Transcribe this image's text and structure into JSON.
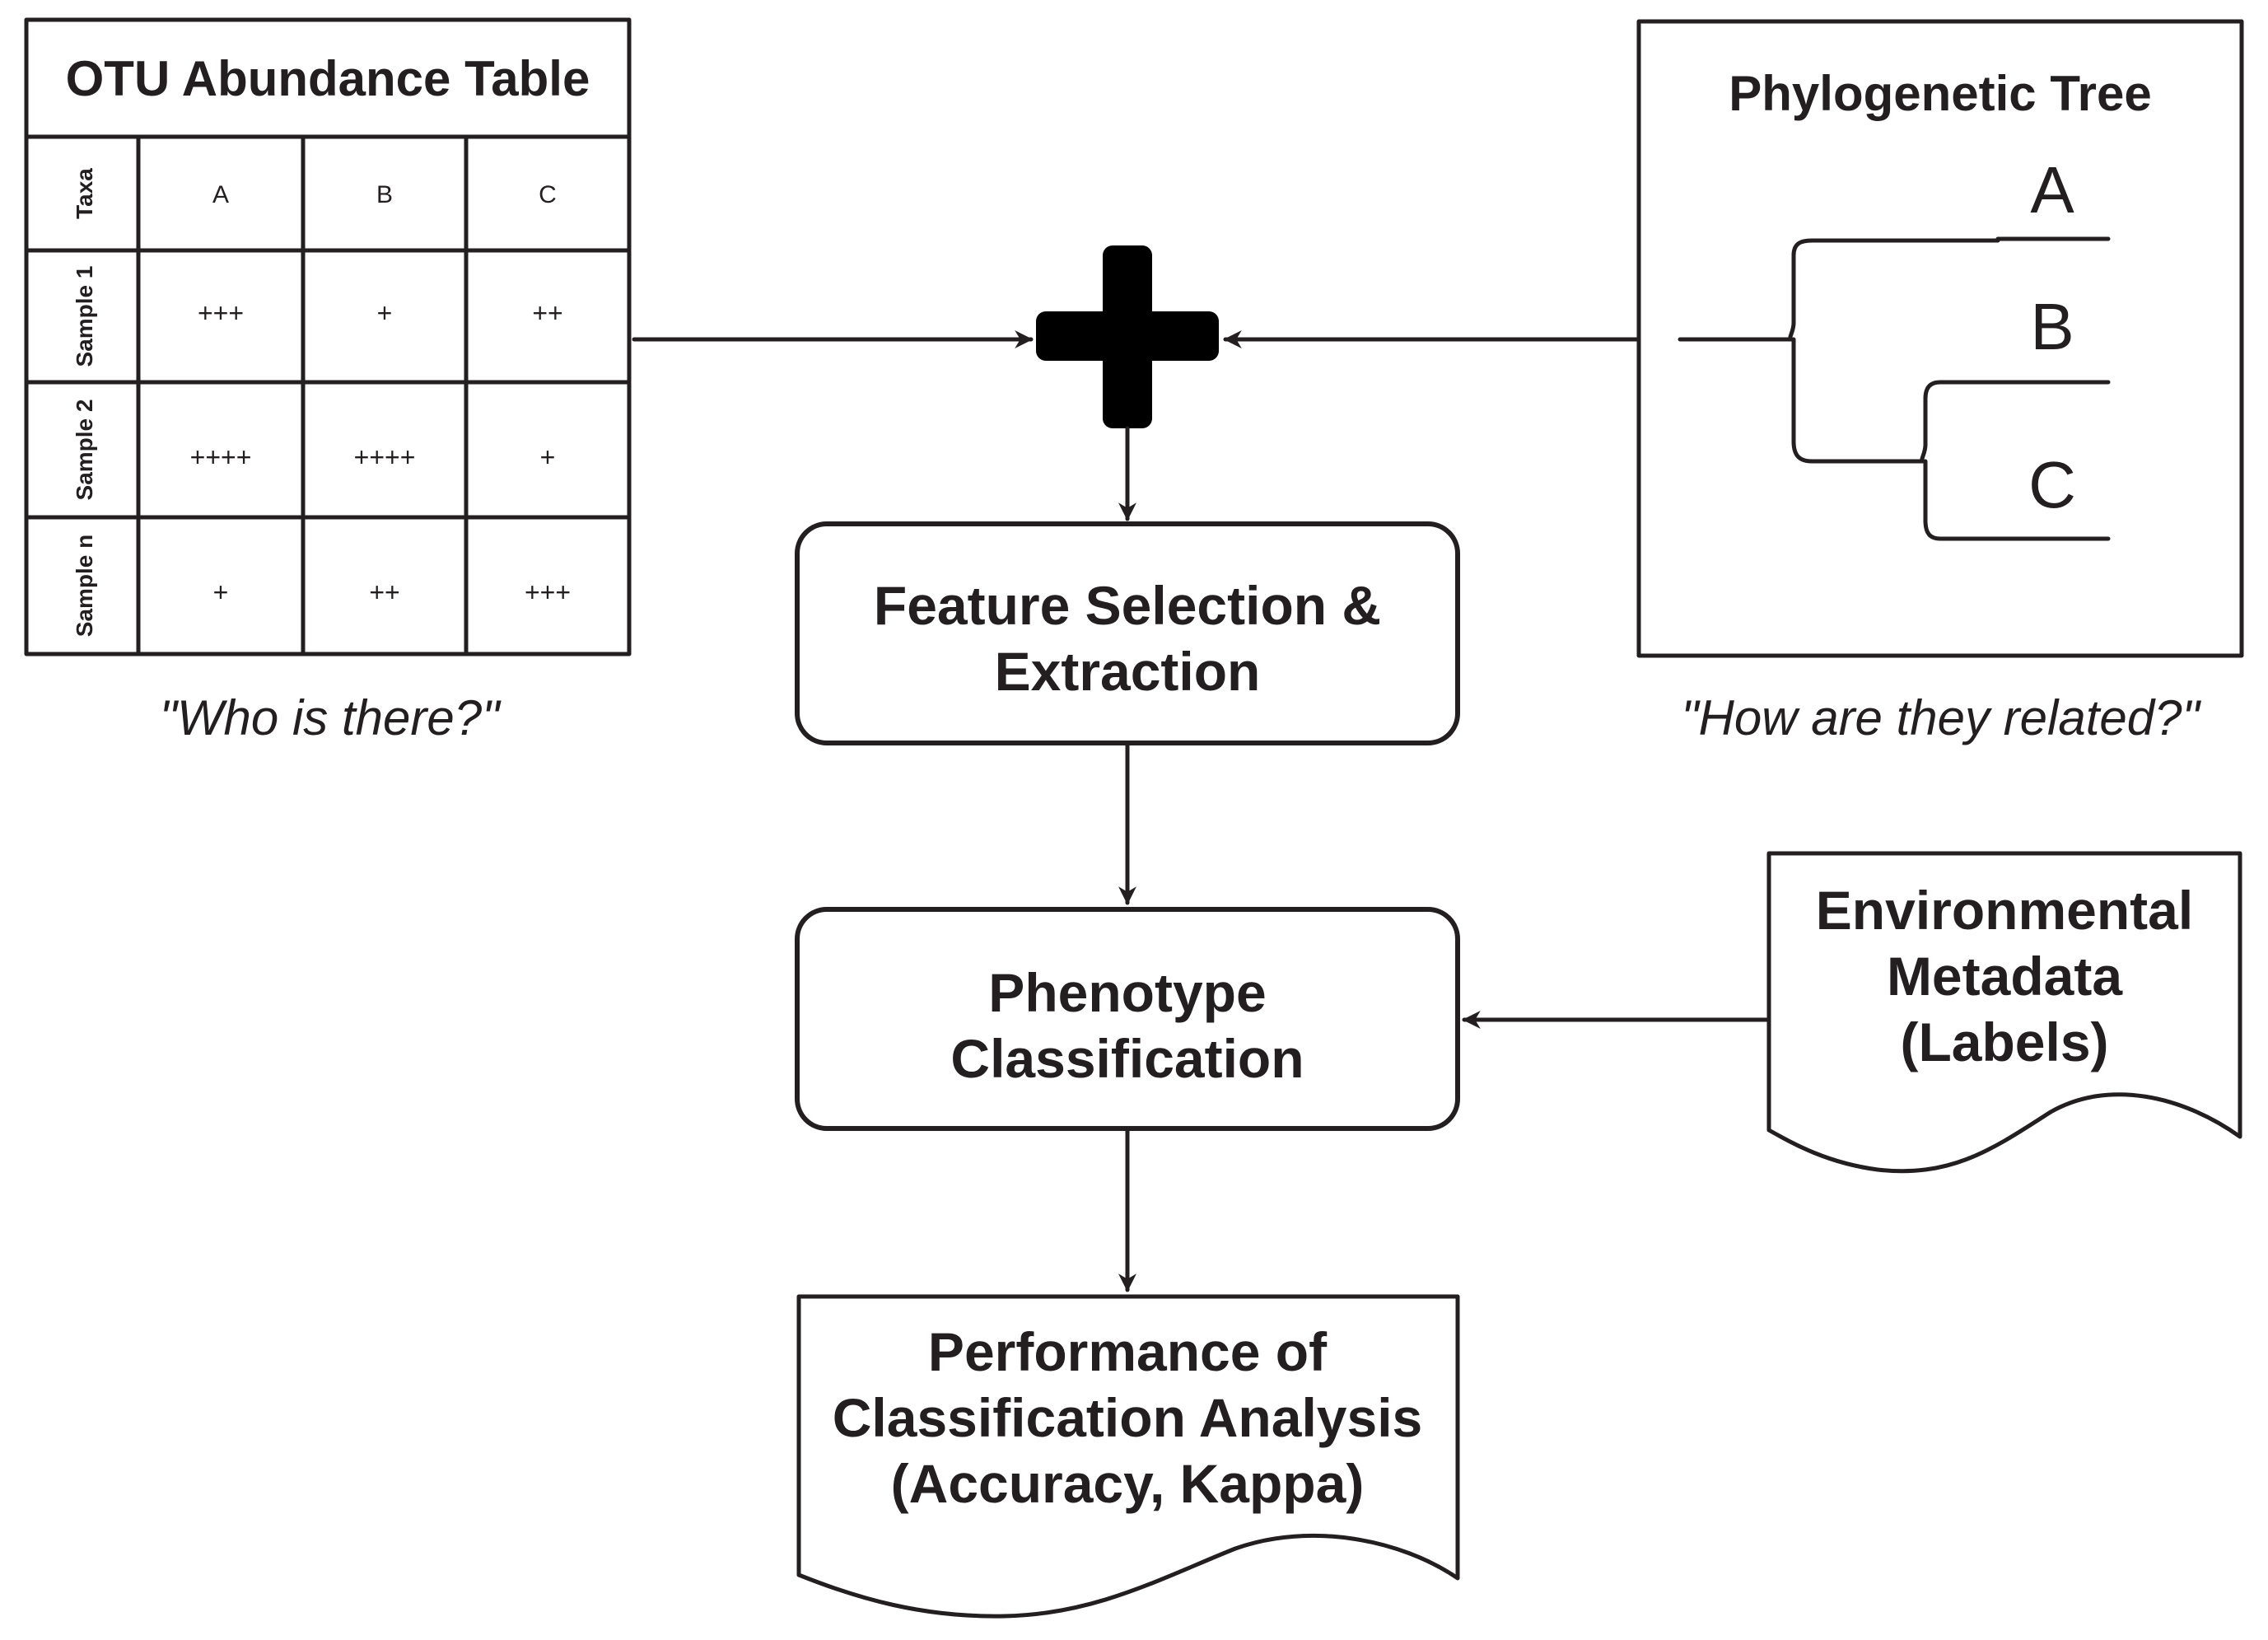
{
  "otu_table": {
    "title": "OTU Abundance Table",
    "header_label": "Taxa",
    "columns": [
      "A",
      "B",
      "C"
    ],
    "rows": [
      {
        "label": "Sample 1",
        "cells": [
          "+++",
          "+",
          "++"
        ]
      },
      {
        "label": "Sample 2",
        "cells": [
          "++++",
          "++++",
          "+"
        ]
      },
      {
        "label": "Sample n",
        "cells": [
          "+",
          "++",
          "+++"
        ]
      }
    ],
    "caption": "\"Who is there?\""
  },
  "phylo_tree": {
    "title": "Phylogenetic Tree",
    "leaves": [
      "A",
      "B",
      "C"
    ],
    "caption": "\"How are they related?\""
  },
  "feature_box": {
    "line1": "Feature Selection &",
    "line2": "Extraction"
  },
  "classification_box": {
    "line1": "Phenotype",
    "line2": "Classification"
  },
  "metadata_doc": {
    "line1": "Environmental",
    "line2": "Metadata",
    "line3": "(Labels)"
  },
  "performance_doc": {
    "line1": "Performance of",
    "line2": "Classification Analysis",
    "line3": "(Accuracy, Kappa)"
  },
  "colors": {
    "ink": "#231f20",
    "background": "#ffffff"
  }
}
